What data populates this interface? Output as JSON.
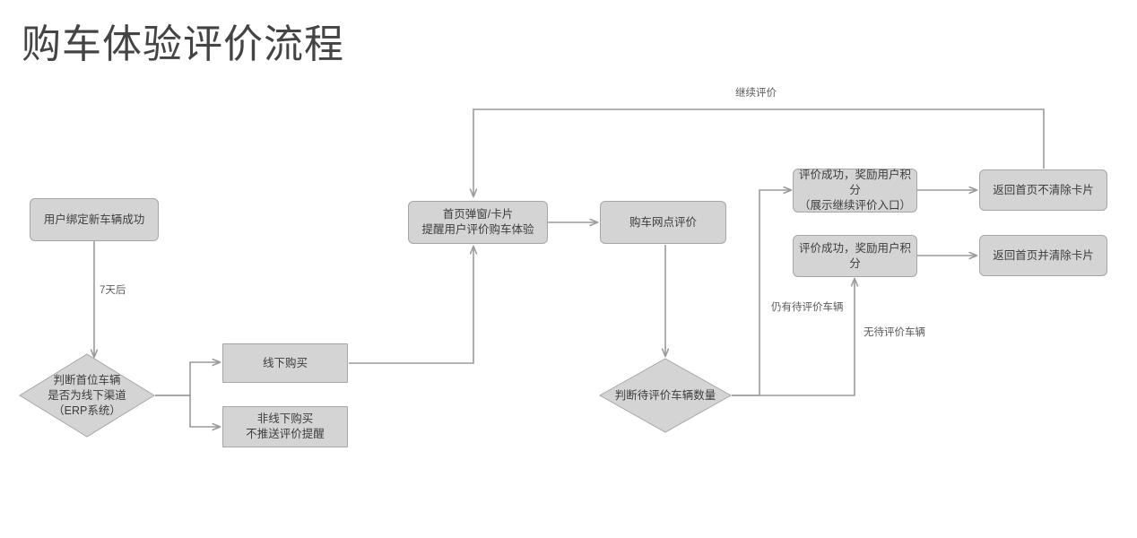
{
  "page": {
    "title": "购车体验评价流程",
    "background": "#ffffff",
    "node_fill": "#d4d4d4",
    "node_stroke": "#a6a6a6",
    "connector_color": "#9a9a9a",
    "text_color": "#3d3d3d",
    "title_color": "#444444"
  },
  "nodes": {
    "bind_vehicle": {
      "label": "用户绑定新车辆成功",
      "shape": "rounded-rect"
    },
    "channel_decision": {
      "label": "判断首位车辆\n是否为线下渠道\n（ERP系统）",
      "shape": "diamond"
    },
    "offline_purchase": {
      "label": "线下购买",
      "shape": "rect"
    },
    "non_offline_purchase": {
      "label": "非线下购买\n不推送评价提醒",
      "shape": "rect"
    },
    "home_popup_card": {
      "label": "首页弹窗/卡片\n提醒用户评价购车体验",
      "shape": "rounded-rect"
    },
    "dealer_review": {
      "label": "购车网点评价",
      "shape": "rounded-rect"
    },
    "pending_count_decision": {
      "label": "判断待评价车辆数量",
      "shape": "diamond"
    },
    "review_success_with_entry": {
      "label": "评价成功，奖励用户积分\n（展示继续评价入口）",
      "shape": "rounded-rect"
    },
    "review_success_plain": {
      "label": "评价成功，奖励用户积分",
      "shape": "rounded-rect"
    },
    "home_keep_card": {
      "label": "返回首页不清除卡片",
      "shape": "rounded-rect"
    },
    "home_clear_card": {
      "label": "返回首页并清除卡片",
      "shape": "rounded-rect"
    }
  },
  "edge_labels": {
    "after_7_days": "7天后",
    "continue_review": "继续评价",
    "still_pending": "仍有待评价车辆",
    "none_pending": "无待评价车辆"
  }
}
